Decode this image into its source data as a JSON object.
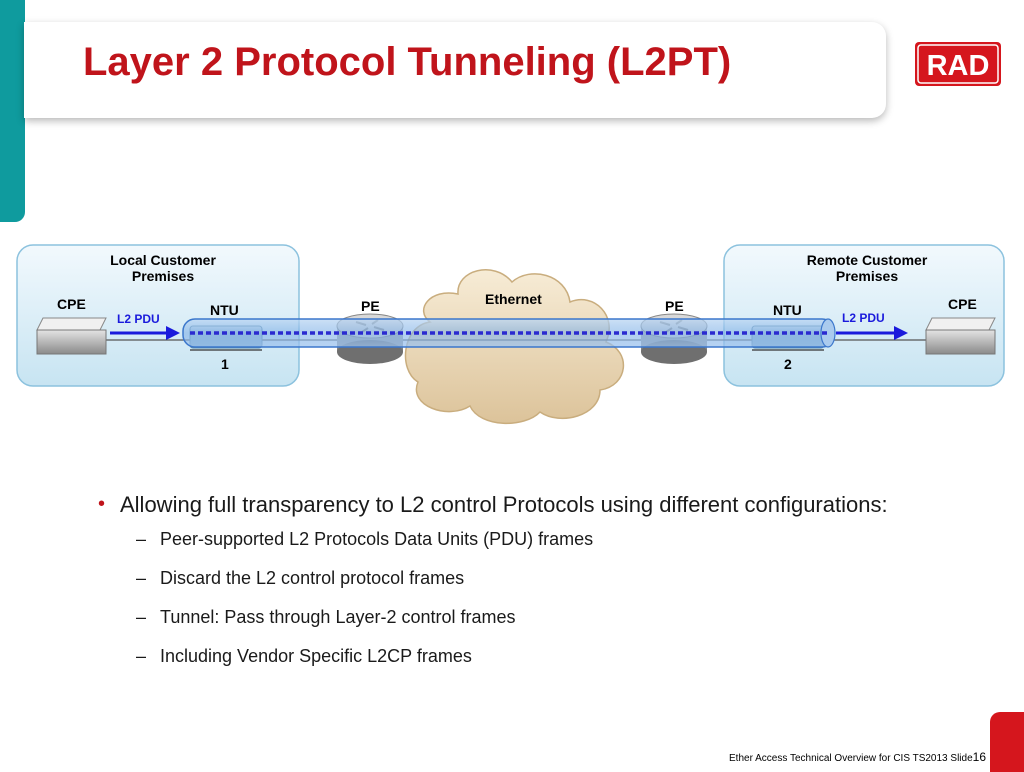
{
  "slide": {
    "title": "Layer 2 Protocol Tunneling (L2PT)",
    "logo_text": "RAD",
    "brand_color": "#c0141b",
    "accent_color": "#0f9b9e"
  },
  "diagram": {
    "local_box": {
      "line1": "Local Customer",
      "line2": "Premises"
    },
    "remote_box": {
      "line1": "Remote Customer",
      "line2": "Premises"
    },
    "cloud_label": "Ethernet",
    "cpe_left": "CPE",
    "cpe_right": "CPE",
    "ntu_left": "NTU",
    "ntu_right": "NTU",
    "pe_left": "PE",
    "pe_right": "PE",
    "ntu_left_num": "1",
    "ntu_right_num": "2",
    "pdu_left": "L2 PDU",
    "pdu_right": "L2 PDU"
  },
  "content": {
    "bullet": "Allowing full transparency to L2 control Protocols using different configurations:",
    "subitems": [
      "Peer-supported L2 Protocols Data Units (PDU) frames",
      "Discard the L2 control protocol frames",
      "Tunnel: Pass through Layer-2 control frames",
      "Including Vendor Specific L2CP frames"
    ]
  },
  "footer": {
    "text": "Ether Access Technical Overview for CIS TS2013  Slide",
    "slide_number": "16"
  }
}
